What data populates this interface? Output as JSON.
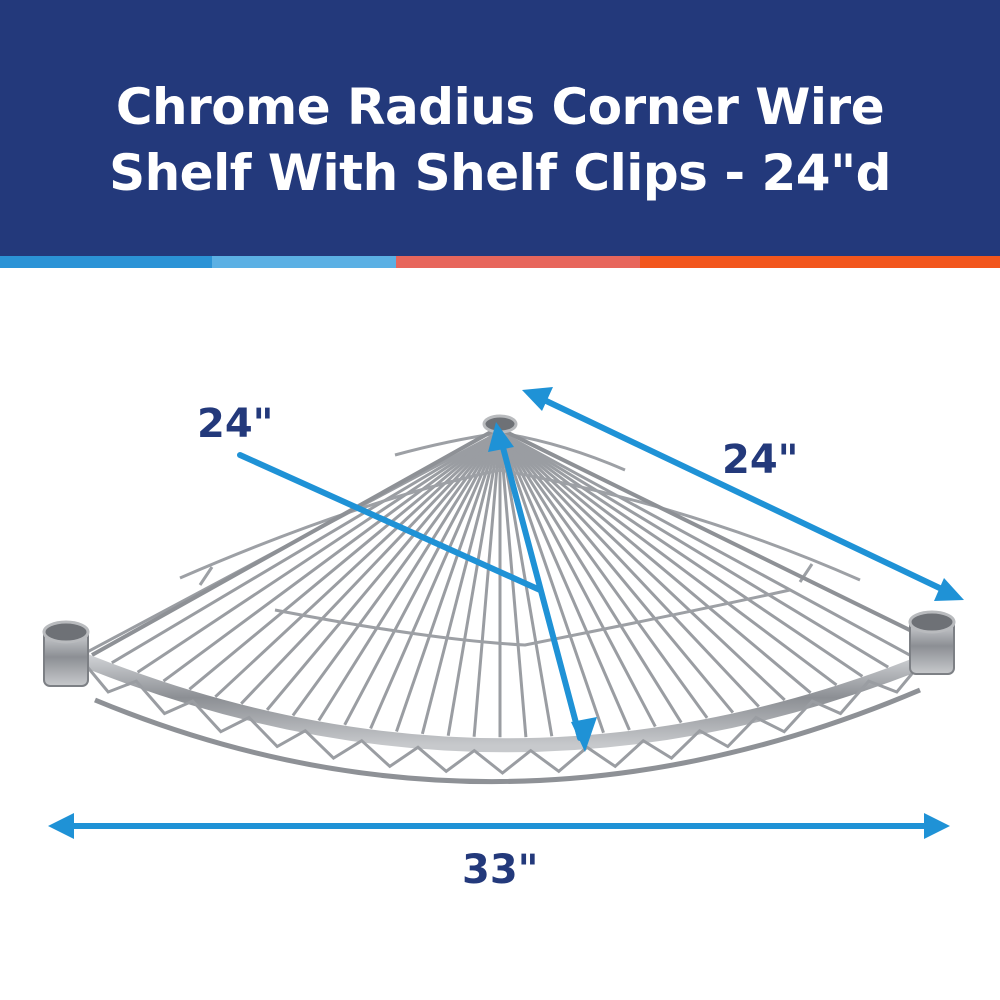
{
  "header": {
    "title_line1": "Chrome Radius Corner Wire",
    "title_line2": "Shelf With Shelf Clips - 24\"d",
    "background": "#23397b"
  },
  "stripe_colors": [
    "#2b93d6",
    "#5bb0e4",
    "#e7665c",
    "#f2561d"
  ],
  "dimensions": {
    "depth_left": "24\"",
    "depth_right": "24\"",
    "width": "33\""
  },
  "colors": {
    "arrow": "#1f92d6",
    "label": "#23397b",
    "chrome": "#8c8f94"
  },
  "product": {
    "image_alt": "chrome radius corner wire shelf",
    "icon": "wire-shelf-icon"
  }
}
